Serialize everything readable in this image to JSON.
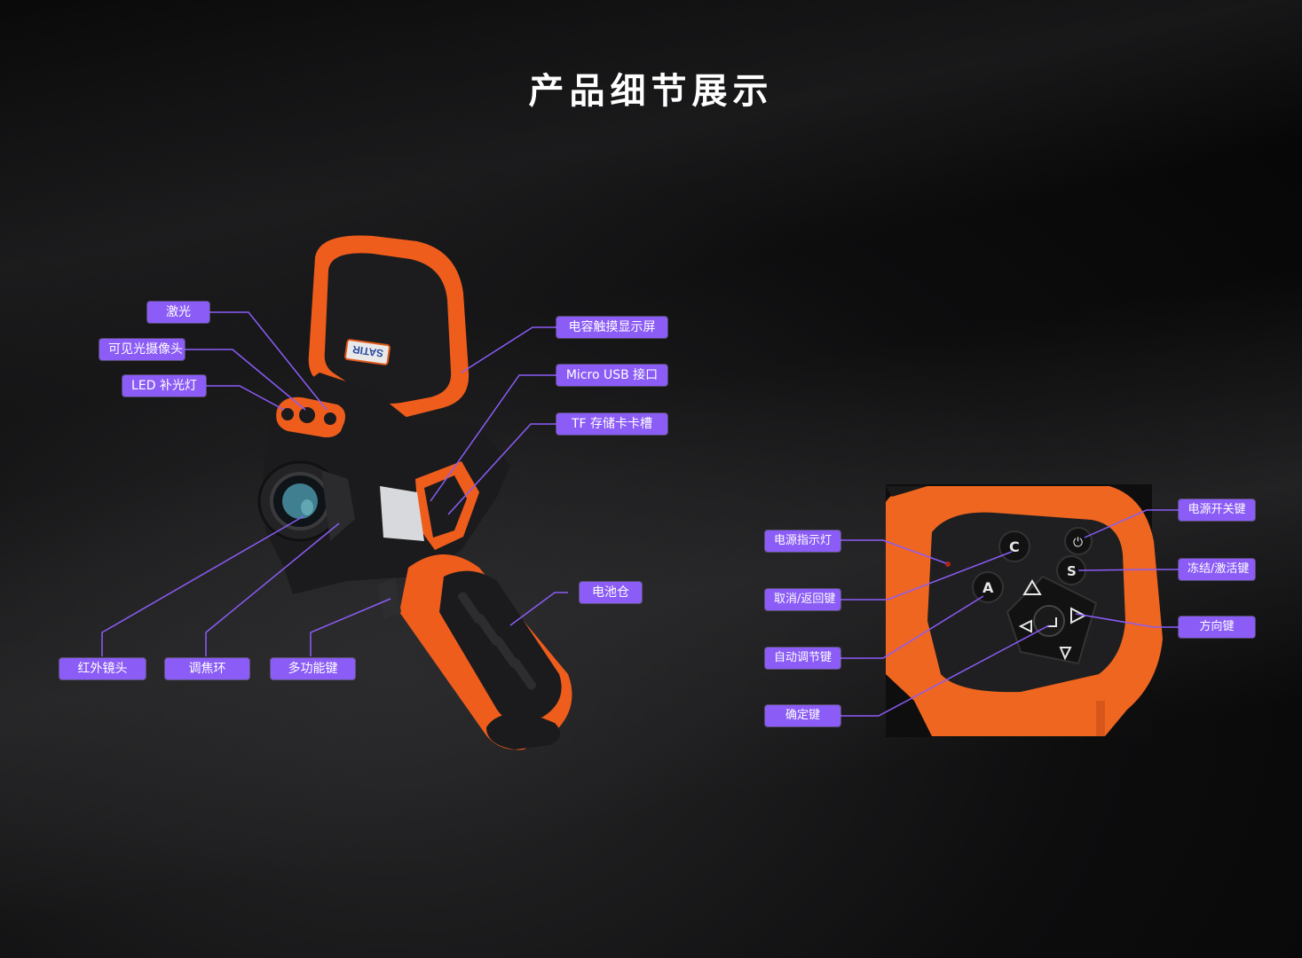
{
  "page": {
    "title": "产品细节展示"
  },
  "device": {
    "brand_mark": "SATIR"
  },
  "callouts_main": {
    "laser": "激光",
    "visible_camera": "可见光摄像头",
    "led_light": "LED 补光灯",
    "touch_screen": "电容触摸显示屏",
    "micro_usb": "Micro USB 接口",
    "tf_slot": "TF 存储卡卡槽",
    "battery": "电池仓",
    "ir_lens": "红外镜头",
    "focus_ring": "调焦环",
    "multi_key": "多功能键"
  },
  "callouts_keypad": {
    "power_led": "电源指示灯",
    "cancel_back": "取消/返回键",
    "auto_adjust": "自动调节键",
    "confirm": "确定键",
    "power_switch": "电源开关键",
    "freeze_activate": "冻结/激活键",
    "direction": "方向键"
  },
  "keypad_labels": {
    "c_key": "C",
    "s_key": "S",
    "a_key": "A"
  },
  "colors": {
    "accent": "#8b5cf6",
    "device_orange": "#f2621f",
    "device_black": "#1b1b1d"
  }
}
